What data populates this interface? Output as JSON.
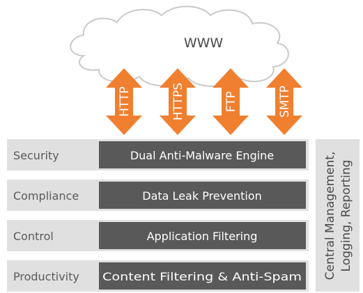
{
  "cloud": {
    "label": "WWW"
  },
  "protocols": [
    {
      "label": "HTTP"
    },
    {
      "label": "HTTPS"
    },
    {
      "label": "FTP"
    },
    {
      "label": "SMTP"
    }
  ],
  "layers": [
    {
      "category": "Security",
      "feature": "Dual Anti-Malware Engine"
    },
    {
      "category": "Compliance",
      "feature": "Data Leak Prevention"
    },
    {
      "category": "Control",
      "feature": "Application Filtering"
    },
    {
      "category": "Productivity",
      "feature": "Content Filtering & Anti-Spam"
    }
  ],
  "side_panel": {
    "line1": "Central Management,",
    "line2": "Logging, Reporting"
  },
  "colors": {
    "arrow": "#f07f2f",
    "row_bg": "#e0e0e0",
    "feature_bg": "#595959",
    "cloud_fill": "#ffffff",
    "cloud_stroke": "#c9c9c9"
  }
}
